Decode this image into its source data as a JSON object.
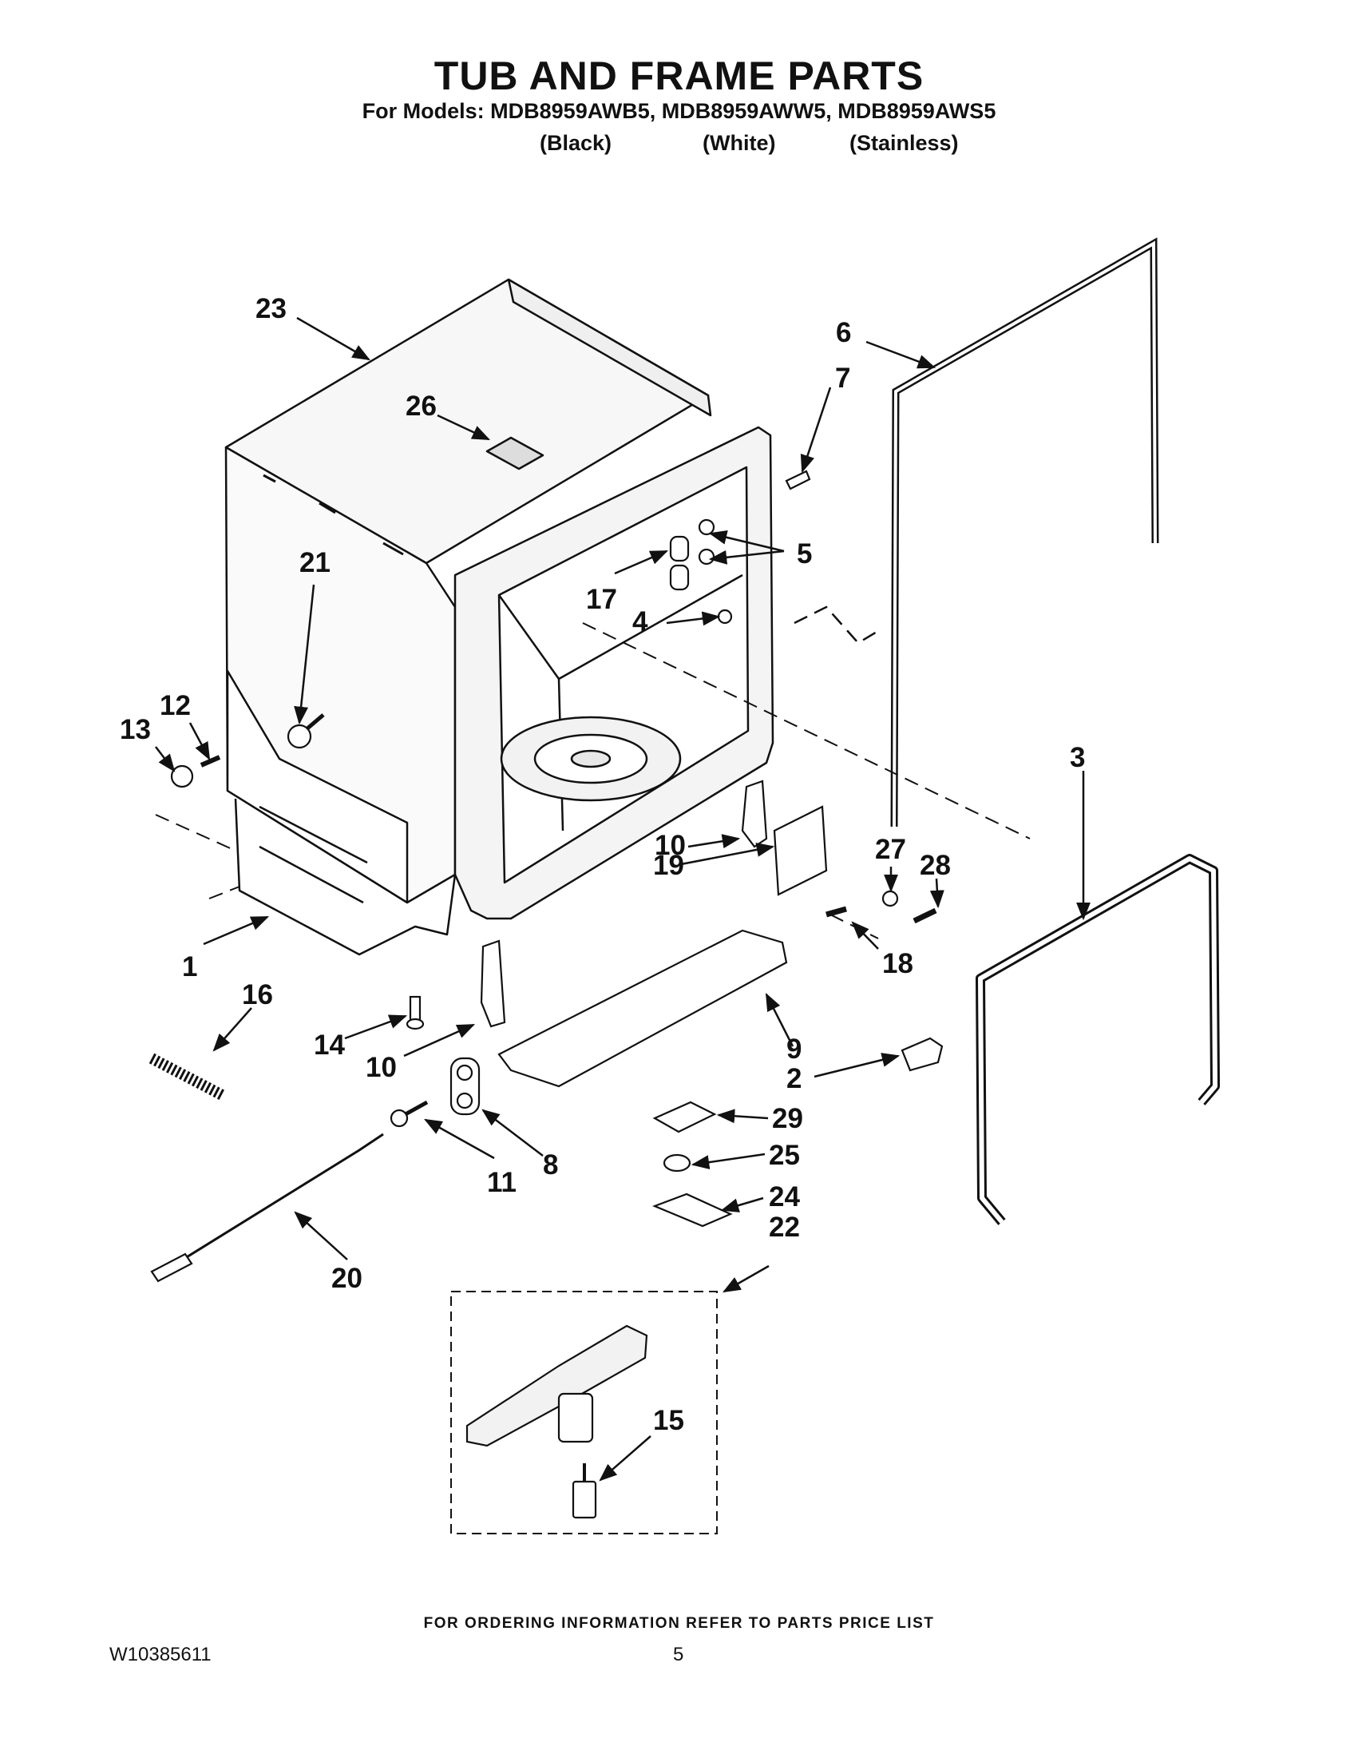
{
  "header": {
    "title": "TUB AND FRAME PARTS",
    "subtitle": "For Models: MDB8959AWB5, MDB8959AWW5, MDB8959AWS5",
    "variants": [
      "(Black)",
      "(White)",
      "(Stainless)"
    ]
  },
  "callouts": [
    "23",
    "26",
    "6",
    "7",
    "5",
    "17",
    "4",
    "21",
    "12",
    "13",
    "3",
    "10",
    "27",
    "28",
    "19",
    "18",
    "1",
    "16",
    "14",
    "10",
    "9",
    "2",
    "29",
    "8",
    "11",
    "25",
    "24",
    "22",
    "20",
    "15"
  ],
  "footer": {
    "ordering_note": "FOR ORDERING INFORMATION REFER TO PARTS PRICE LIST",
    "document_number": "W10385611",
    "page_number": "5"
  }
}
